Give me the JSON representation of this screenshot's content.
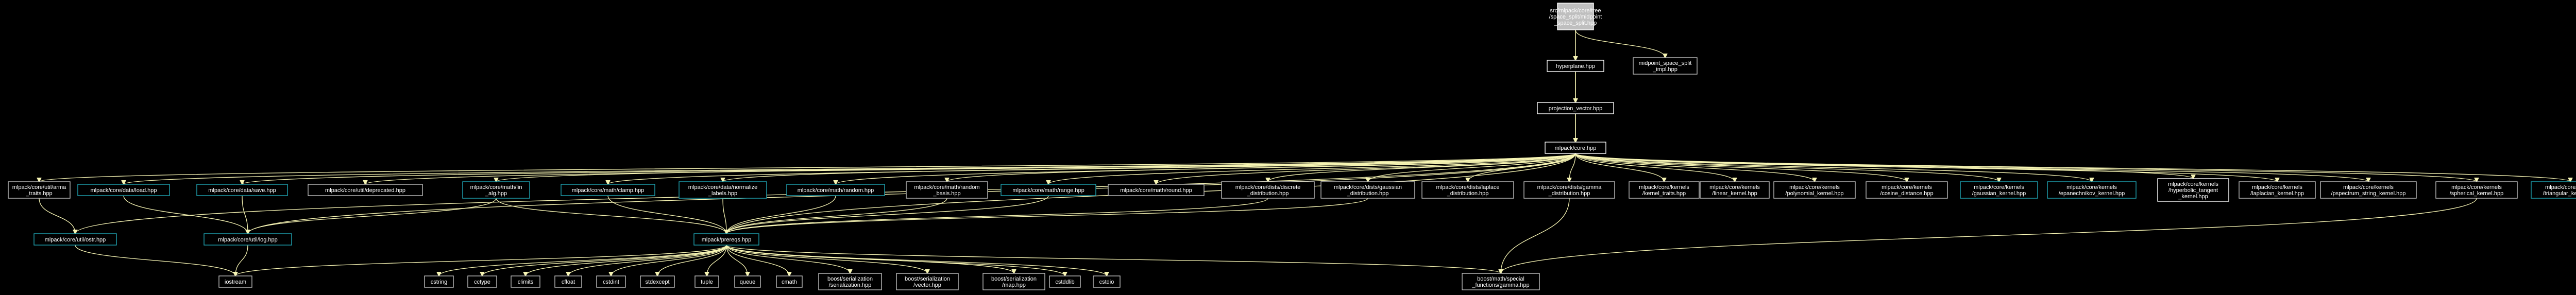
{
  "colors": {
    "background": "#000000",
    "edge": "#f7f5b4",
    "border_default": "#bfbfbf",
    "border_cyan": "#1fa5b5",
    "border_white": "#ffffff",
    "root_fill": "#bfbfbf",
    "root_text": "#000000",
    "text": "#ffffff"
  },
  "nodes": [
    {
      "id": "root",
      "lines": [
        "src/mlpack/core/tree",
        "/space_split/midpoint",
        "_space_split.hpp"
      ],
      "style": "root"
    },
    {
      "id": "hyperplane",
      "lines": [
        "hyperplane.hpp"
      ],
      "style": "white"
    },
    {
      "id": "midpoint_impl",
      "lines": [
        "midpoint_space_split",
        "_impl.hpp"
      ],
      "style": "default"
    },
    {
      "id": "projection",
      "lines": [
        "projection_vector.hpp"
      ],
      "style": "white"
    },
    {
      "id": "core",
      "lines": [
        "mlpack/core.hpp"
      ],
      "style": "white"
    },
    {
      "id": "arma_traits",
      "lines": [
        "mlpack/core/util/arma",
        "_traits.hpp"
      ],
      "style": "default"
    },
    {
      "id": "data_load",
      "lines": [
        "mlpack/core/data/load.hpp"
      ],
      "style": "cyan"
    },
    {
      "id": "data_save",
      "lines": [
        "mlpack/core/data/save.hpp"
      ],
      "style": "cyan"
    },
    {
      "id": "deprecated",
      "lines": [
        "mlpack/core/util/deprecated.hpp"
      ],
      "style": "default"
    },
    {
      "id": "math_lin_alg",
      "lines": [
        "mlpack/core/math/lin",
        "_alg.hpp"
      ],
      "style": "cyan"
    },
    {
      "id": "math_clamp",
      "lines": [
        "mlpack/core/math/clamp.hpp"
      ],
      "style": "cyan"
    },
    {
      "id": "normalize_labels",
      "lines": [
        "mlpack/core/data/normalize",
        "_labels.hpp"
      ],
      "style": "cyan"
    },
    {
      "id": "math_random",
      "lines": [
        "mlpack/core/math/random.hpp"
      ],
      "style": "cyan"
    },
    {
      "id": "random_basis",
      "lines": [
        "mlpack/core/math/random",
        "_basis.hpp"
      ],
      "style": "default"
    },
    {
      "id": "math_range",
      "lines": [
        "mlpack/core/math/range.hpp"
      ],
      "style": "cyan"
    },
    {
      "id": "math_round",
      "lines": [
        "mlpack/core/math/round.hpp"
      ],
      "style": "default"
    },
    {
      "id": "discrete_dist",
      "lines": [
        "mlpack/core/dists/discrete",
        "_distribution.hpp"
      ],
      "style": "default"
    },
    {
      "id": "gaussian_dist",
      "lines": [
        "mlpack/core/dists/gaussian",
        "_distribution.hpp"
      ],
      "style": "default"
    },
    {
      "id": "laplace_dist",
      "lines": [
        "mlpack/core/dists/laplace",
        "_distribution.hpp"
      ],
      "style": "default"
    },
    {
      "id": "gamma_dist",
      "lines": [
        "mlpack/core/dists/gamma",
        "_distribution.hpp"
      ],
      "style": "default"
    },
    {
      "id": "kernel_traits",
      "lines": [
        "mlpack/core/kernels",
        "/kernel_traits.hpp"
      ],
      "style": "default"
    },
    {
      "id": "linear_kernel",
      "lines": [
        "mlpack/core/kernels",
        "/linear_kernel.hpp"
      ],
      "style": "default"
    },
    {
      "id": "polynomial_kernel",
      "lines": [
        "mlpack/core/kernels",
        "/polynomial_kernel.hpp"
      ],
      "style": "default"
    },
    {
      "id": "cosine_distance",
      "lines": [
        "mlpack/core/kernels",
        "/cosine_distance.hpp"
      ],
      "style": "default"
    },
    {
      "id": "gaussian_kernel",
      "lines": [
        "mlpack/core/kernels",
        "/gaussian_kernel.hpp"
      ],
      "style": "cyan"
    },
    {
      "id": "epanechnikov_kernel",
      "lines": [
        "mlpack/core/kernels",
        "/epanechnikov_kernel.hpp"
      ],
      "style": "cyan"
    },
    {
      "id": "hyperbolic_tangent",
      "lines": [
        "mlpack/core/kernels",
        "/hyperbolic_tangent",
        "_kernel.hpp"
      ],
      "style": "white"
    },
    {
      "id": "laplacian_kernel",
      "lines": [
        "mlpack/core/kernels",
        "/laplacian_kernel.hpp"
      ],
      "style": "default"
    },
    {
      "id": "pspectrum_kernel",
      "lines": [
        "mlpack/core/kernels",
        "/pspectrum_string_kernel.hpp"
      ],
      "style": "default"
    },
    {
      "id": "spherical_kernel",
      "lines": [
        "mlpack/core/kernels",
        "/spherical_kernel.hpp"
      ],
      "style": "default"
    },
    {
      "id": "triangular_kernel",
      "lines": [
        "mlpack/core/kernels",
        "/triangular_kernel.hpp"
      ],
      "style": "cyan"
    },
    {
      "id": "ostream",
      "lines": [
        "mlpack/core/util/ostr.hpp"
      ],
      "style": "cyan"
    },
    {
      "id": "log",
      "lines": [
        "mlpack/core/util/log.hpp"
      ],
      "style": "cyan"
    },
    {
      "id": "prereqs",
      "lines": [
        "mlpack/prereqs.hpp"
      ],
      "style": "cyan"
    },
    {
      "id": "iostream",
      "lines": [
        "iostream"
      ],
      "style": "default"
    },
    {
      "id": "cstring",
      "lines": [
        "cstring"
      ],
      "style": "default"
    },
    {
      "id": "cctype",
      "lines": [
        "cctype"
      ],
      "style": "default"
    },
    {
      "id": "climits",
      "lines": [
        "climits"
      ],
      "style": "default"
    },
    {
      "id": "cfloat",
      "lines": [
        "cfloat"
      ],
      "style": "default"
    },
    {
      "id": "cstdint",
      "lines": [
        "cstdint"
      ],
      "style": "default"
    },
    {
      "id": "stdexcept",
      "lines": [
        "stdexcept"
      ],
      "style": "default"
    },
    {
      "id": "tuple",
      "lines": [
        "tuple"
      ],
      "style": "default"
    },
    {
      "id": "queue",
      "lines": [
        "queue"
      ],
      "style": "default"
    },
    {
      "id": "cmath",
      "lines": [
        "cmath"
      ],
      "style": "default"
    },
    {
      "id": "boost_ser_ser",
      "lines": [
        "boost/serialization",
        "/serialization.hpp"
      ],
      "style": "default"
    },
    {
      "id": "boost_ser_vec",
      "lines": [
        "boost/serialization",
        "/vector.hpp"
      ],
      "style": "default"
    },
    {
      "id": "boost_ser_map",
      "lines": [
        "boost/serialization",
        "/map.hpp"
      ],
      "style": "default"
    },
    {
      "id": "cstddlib",
      "lines": [
        "cstddlib"
      ],
      "style": "default"
    },
    {
      "id": "cstdio",
      "lines": [
        "cstdio"
      ],
      "style": "default"
    },
    {
      "id": "boost_gamma",
      "lines": [
        "boost/math/special",
        "_functions/gamma.hpp"
      ],
      "style": "default"
    }
  ],
  "edges": [
    [
      "root",
      "hyperplane"
    ],
    [
      "root",
      "midpoint_impl"
    ],
    [
      "root",
      "core"
    ],
    [
      "hyperplane",
      "projection"
    ],
    [
      "hyperplane",
      "core"
    ],
    [
      "projection",
      "core"
    ],
    [
      "core",
      "arma_traits"
    ],
    [
      "core",
      "data_load"
    ],
    [
      "core",
      "data_save"
    ],
    [
      "core",
      "deprecated"
    ],
    [
      "core",
      "math_lin_alg"
    ],
    [
      "core",
      "math_clamp"
    ],
    [
      "core",
      "normalize_labels"
    ],
    [
      "core",
      "math_random"
    ],
    [
      "core",
      "random_basis"
    ],
    [
      "core",
      "math_range"
    ],
    [
      "core",
      "math_round"
    ],
    [
      "core",
      "discrete_dist"
    ],
    [
      "core",
      "gaussian_dist"
    ],
    [
      "core",
      "laplace_dist"
    ],
    [
      "core",
      "gamma_dist"
    ],
    [
      "core",
      "kernel_traits"
    ],
    [
      "core",
      "linear_kernel"
    ],
    [
      "core",
      "polynomial_kernel"
    ],
    [
      "core",
      "cosine_distance"
    ],
    [
      "core",
      "gaussian_kernel"
    ],
    [
      "core",
      "epanechnikov_kernel"
    ],
    [
      "core",
      "hyperbolic_tangent"
    ],
    [
      "core",
      "laplacian_kernel"
    ],
    [
      "core",
      "pspectrum_kernel"
    ],
    [
      "core",
      "spherical_kernel"
    ],
    [
      "core",
      "triangular_kernel"
    ],
    [
      "core",
      "log"
    ],
    [
      "core",
      "prereqs"
    ],
    [
      "data_load",
      "log"
    ],
    [
      "data_save",
      "log"
    ],
    [
      "math_lin_alg",
      "log"
    ],
    [
      "arma_traits",
      "ostream"
    ],
    [
      "math_lin_alg",
      "prereqs"
    ],
    [
      "math_clamp",
      "prereqs"
    ],
    [
      "normalize_labels",
      "prereqs"
    ],
    [
      "math_random",
      "prereqs"
    ],
    [
      "random_basis",
      "prereqs"
    ],
    [
      "math_range",
      "prereqs"
    ],
    [
      "discrete_dist",
      "prereqs"
    ],
    [
      "gaussian_dist",
      "prereqs"
    ],
    [
      "core",
      "ostream"
    ],
    [
      "ostream",
      "iostream"
    ],
    [
      "log",
      "iostream"
    ],
    [
      "prereqs",
      "iostream"
    ],
    [
      "prereqs",
      "cstring"
    ],
    [
      "prereqs",
      "cctype"
    ],
    [
      "prereqs",
      "climits"
    ],
    [
      "prereqs",
      "cfloat"
    ],
    [
      "prereqs",
      "cstdint"
    ],
    [
      "prereqs",
      "stdexcept"
    ],
    [
      "prereqs",
      "tuple"
    ],
    [
      "prereqs",
      "queue"
    ],
    [
      "prereqs",
      "cmath"
    ],
    [
      "prereqs",
      "boost_ser_ser"
    ],
    [
      "prereqs",
      "boost_ser_vec"
    ],
    [
      "prereqs",
      "boost_ser_map"
    ],
    [
      "prereqs",
      "cstddlib"
    ],
    [
      "prereqs",
      "cstdio"
    ],
    [
      "prereqs",
      "boost_gamma"
    ],
    [
      "gamma_dist",
      "boost_gamma"
    ],
    [
      "spherical_kernel",
      "boost_gamma"
    ]
  ]
}
